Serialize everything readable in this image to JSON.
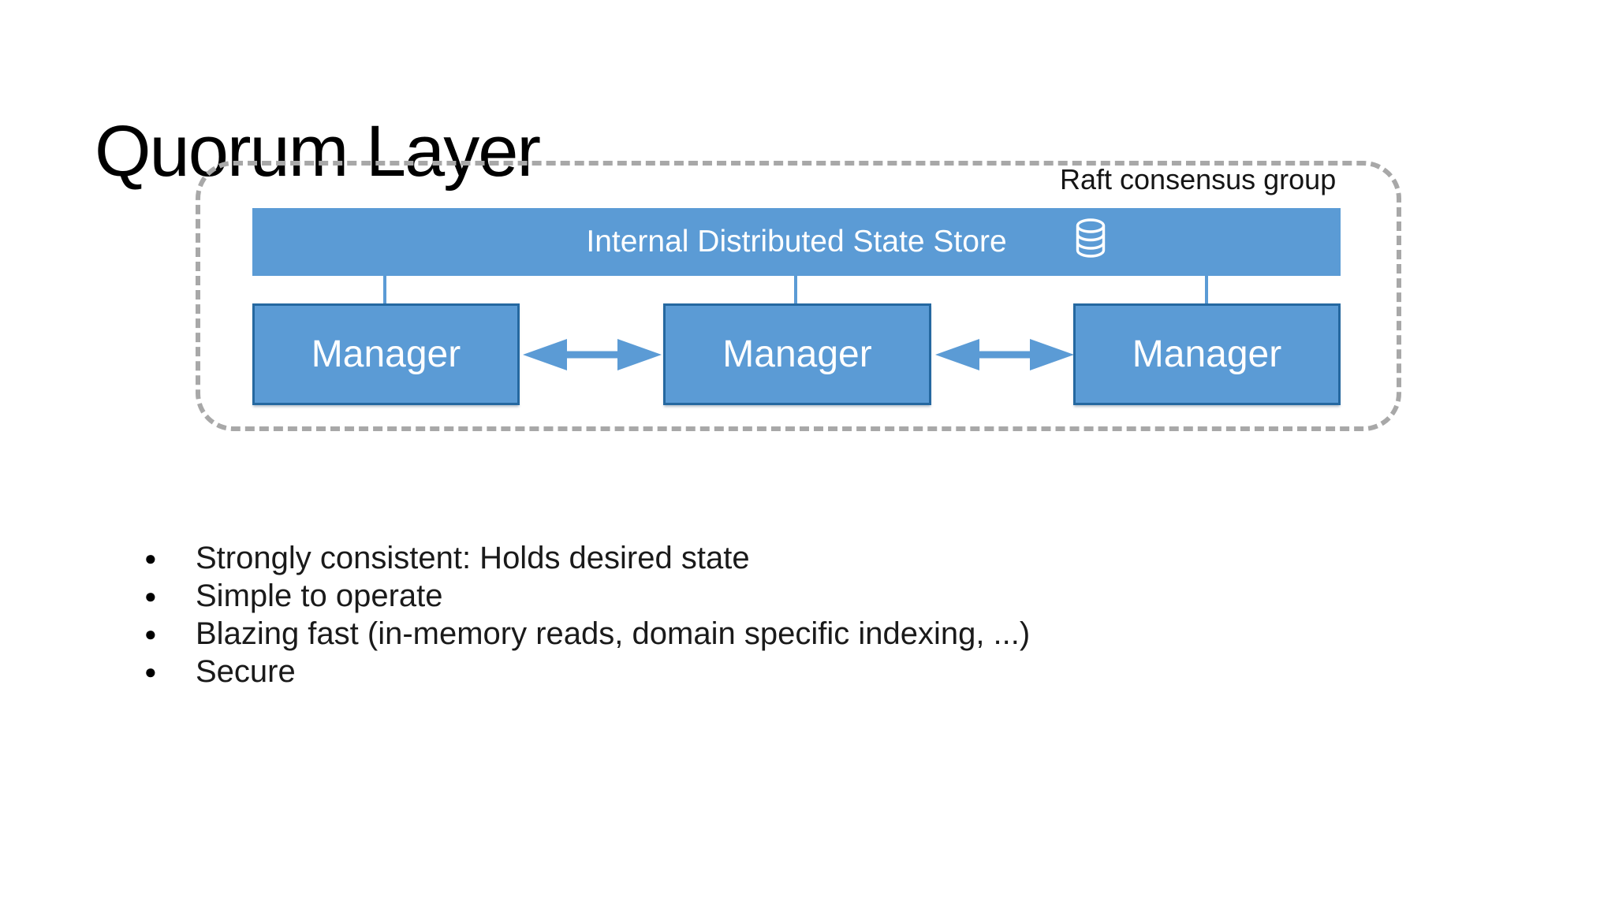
{
  "slide": {
    "title": "Quorum Layer",
    "diagram": {
      "group_label": "Raft consensus group",
      "store": {
        "label": "Internal Distributed State Store",
        "icon": "database-icon"
      },
      "managers": [
        "Manager",
        "Manager",
        "Manager"
      ]
    },
    "bullet_glyph": "●",
    "bullets": [
      "Strongly consistent: Holds desired state",
      "Simple to operate",
      "Blazing fast (in-memory reads, domain specific indexing, ...)",
      "Secure"
    ],
    "colors": {
      "shape_fill": "#5b9bd5",
      "shape_border": "#2568a0",
      "group_dashed_border": "#a8a8a8",
      "shape_text": "#ffffff",
      "body_text": "#1a1a1a"
    }
  }
}
